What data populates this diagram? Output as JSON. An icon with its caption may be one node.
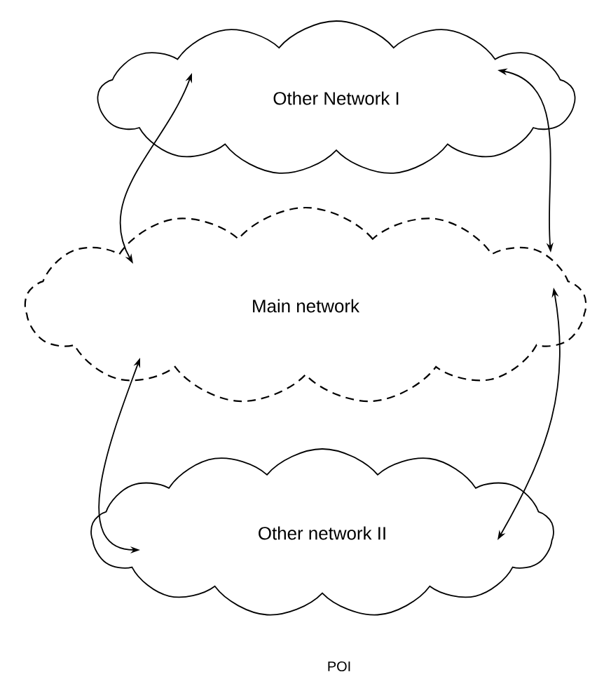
{
  "diagram": {
    "nodes": [
      {
        "text": [
          "Other Network I"
        ]
      },
      {
        "text": [
          "Main network"
        ]
      },
      {
        "text": [
          "Other network II"
        ]
      }
    ],
    "edges": [
      {
        "from": 1,
        "to": 0,
        "arrow": "both"
      },
      {
        "from": 0,
        "to": 1,
        "arrow": "both"
      },
      {
        "from": 1,
        "to": 2,
        "arrow": "both"
      },
      {
        "from": 1,
        "to": 2,
        "arrow": "both"
      }
    ],
    "labels": [
      "POI"
    ]
  }
}
